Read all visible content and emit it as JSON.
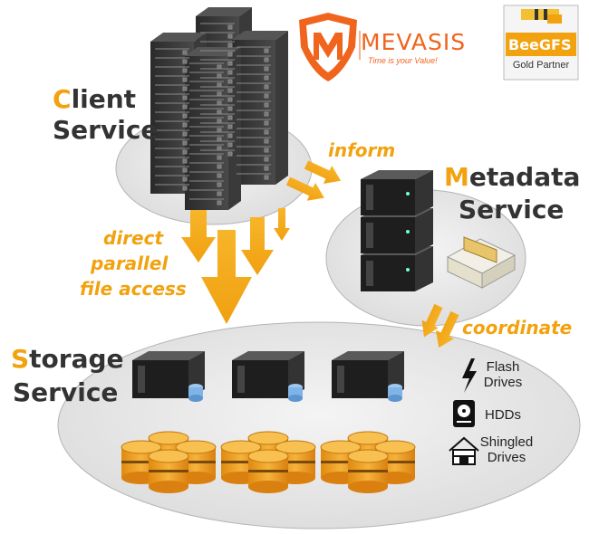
{
  "client": {
    "title_initial": "C",
    "title_rest_1": "lient",
    "title_line2": "Service"
  },
  "metadata": {
    "title_initial": "M",
    "title_rest_1": "etadata",
    "title_line2": "Service"
  },
  "storage": {
    "title_initial": "S",
    "title_rest_1": "torage",
    "title_line2": "Service"
  },
  "arrows": {
    "inform": "inform",
    "direct_1": "direct",
    "direct_2": "parallel",
    "direct_3": "file access",
    "coordinate": "coordinate"
  },
  "devices": [
    {
      "icon": "lightning-icon",
      "line1": "Flash",
      "line2": "Drives"
    },
    {
      "icon": "hdd-icon",
      "line1": "HDDs",
      "line2": ""
    },
    {
      "icon": "house-icon",
      "line1": "Shingled",
      "line2": "Drives"
    }
  ],
  "logos": {
    "mevasis_name": "MEVASIS",
    "mevasis_tagline": "Time is your Value!",
    "beegfs_name": "BeeGFS",
    "beegfs_partner": "Gold Partner"
  },
  "colors": {
    "accent": "#f2a20e",
    "text": "#333333",
    "ellipse": "#e6e6e6",
    "server": "#1c1c1c",
    "disk": "#f0a01c"
  }
}
